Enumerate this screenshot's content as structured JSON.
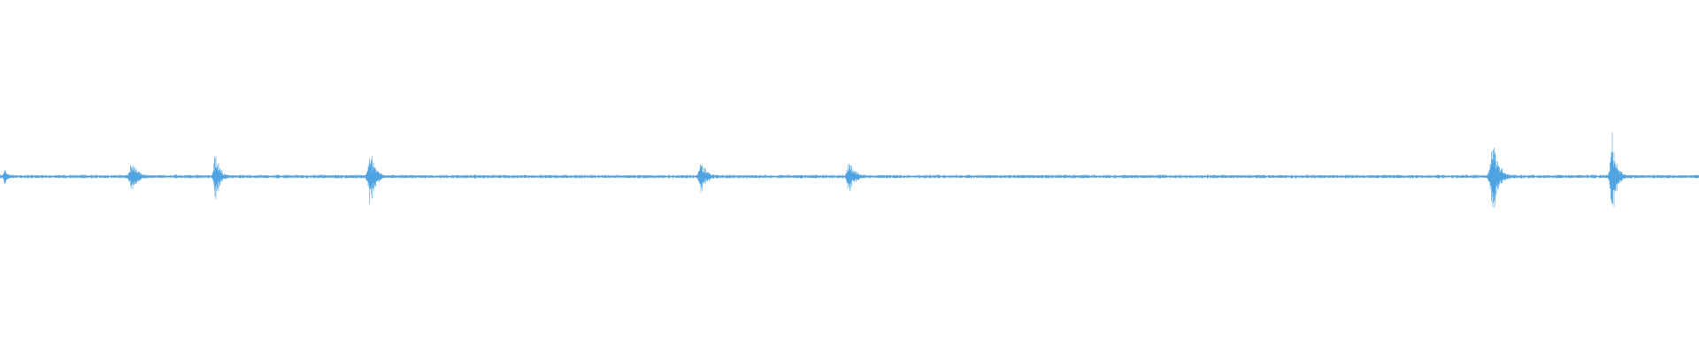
{
  "waveform": {
    "color": "#4fa3e0",
    "baseline_amplitude": 0.006,
    "bursts": [
      {
        "position": 0.003,
        "amplitude": 0.03,
        "width": 0.004
      },
      {
        "position": 0.078,
        "amplitude": 0.055,
        "width": 0.008
      },
      {
        "position": 0.127,
        "amplitude": 0.08,
        "width": 0.006
      },
      {
        "position": 0.218,
        "amplitude": 0.09,
        "width": 0.007
      },
      {
        "position": 0.413,
        "amplitude": 0.05,
        "width": 0.008
      },
      {
        "position": 0.5,
        "amplitude": 0.062,
        "width": 0.007
      },
      {
        "position": 0.879,
        "amplitude": 0.12,
        "width": 0.008
      },
      {
        "position": 0.949,
        "amplitude": 0.14,
        "width": 0.006
      }
    ]
  }
}
